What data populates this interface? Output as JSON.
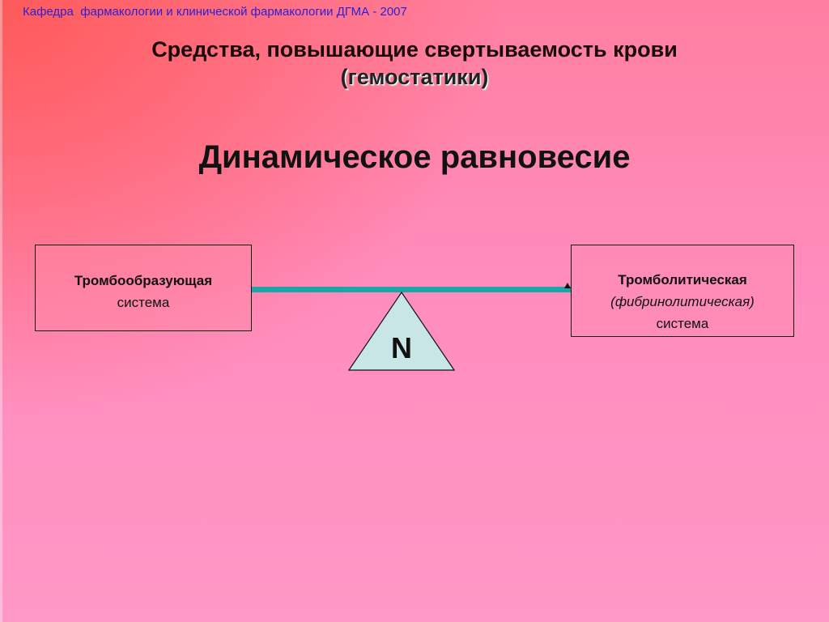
{
  "header": {
    "department": "Кафедра  фармакологии и клинической фармакологии ДГМА - 2007"
  },
  "title": {
    "line1": "Средства, повышающие свертываемость крови",
    "line2": "(гемостатики)"
  },
  "subtitle": "Динамическое равновесие",
  "diagram": {
    "left_box": {
      "line1": "Тромбообразующая",
      "line2": "система"
    },
    "right_box": {
      "line1": "Тромболитическая",
      "line2": "(фибринолитическая)",
      "line3": "система"
    },
    "fulcrum_label": "N"
  },
  "colors": {
    "beam": "#1ba6a8",
    "fulcrum_fill": "#c8e6e6",
    "header_text": "#2a1fd8"
  }
}
